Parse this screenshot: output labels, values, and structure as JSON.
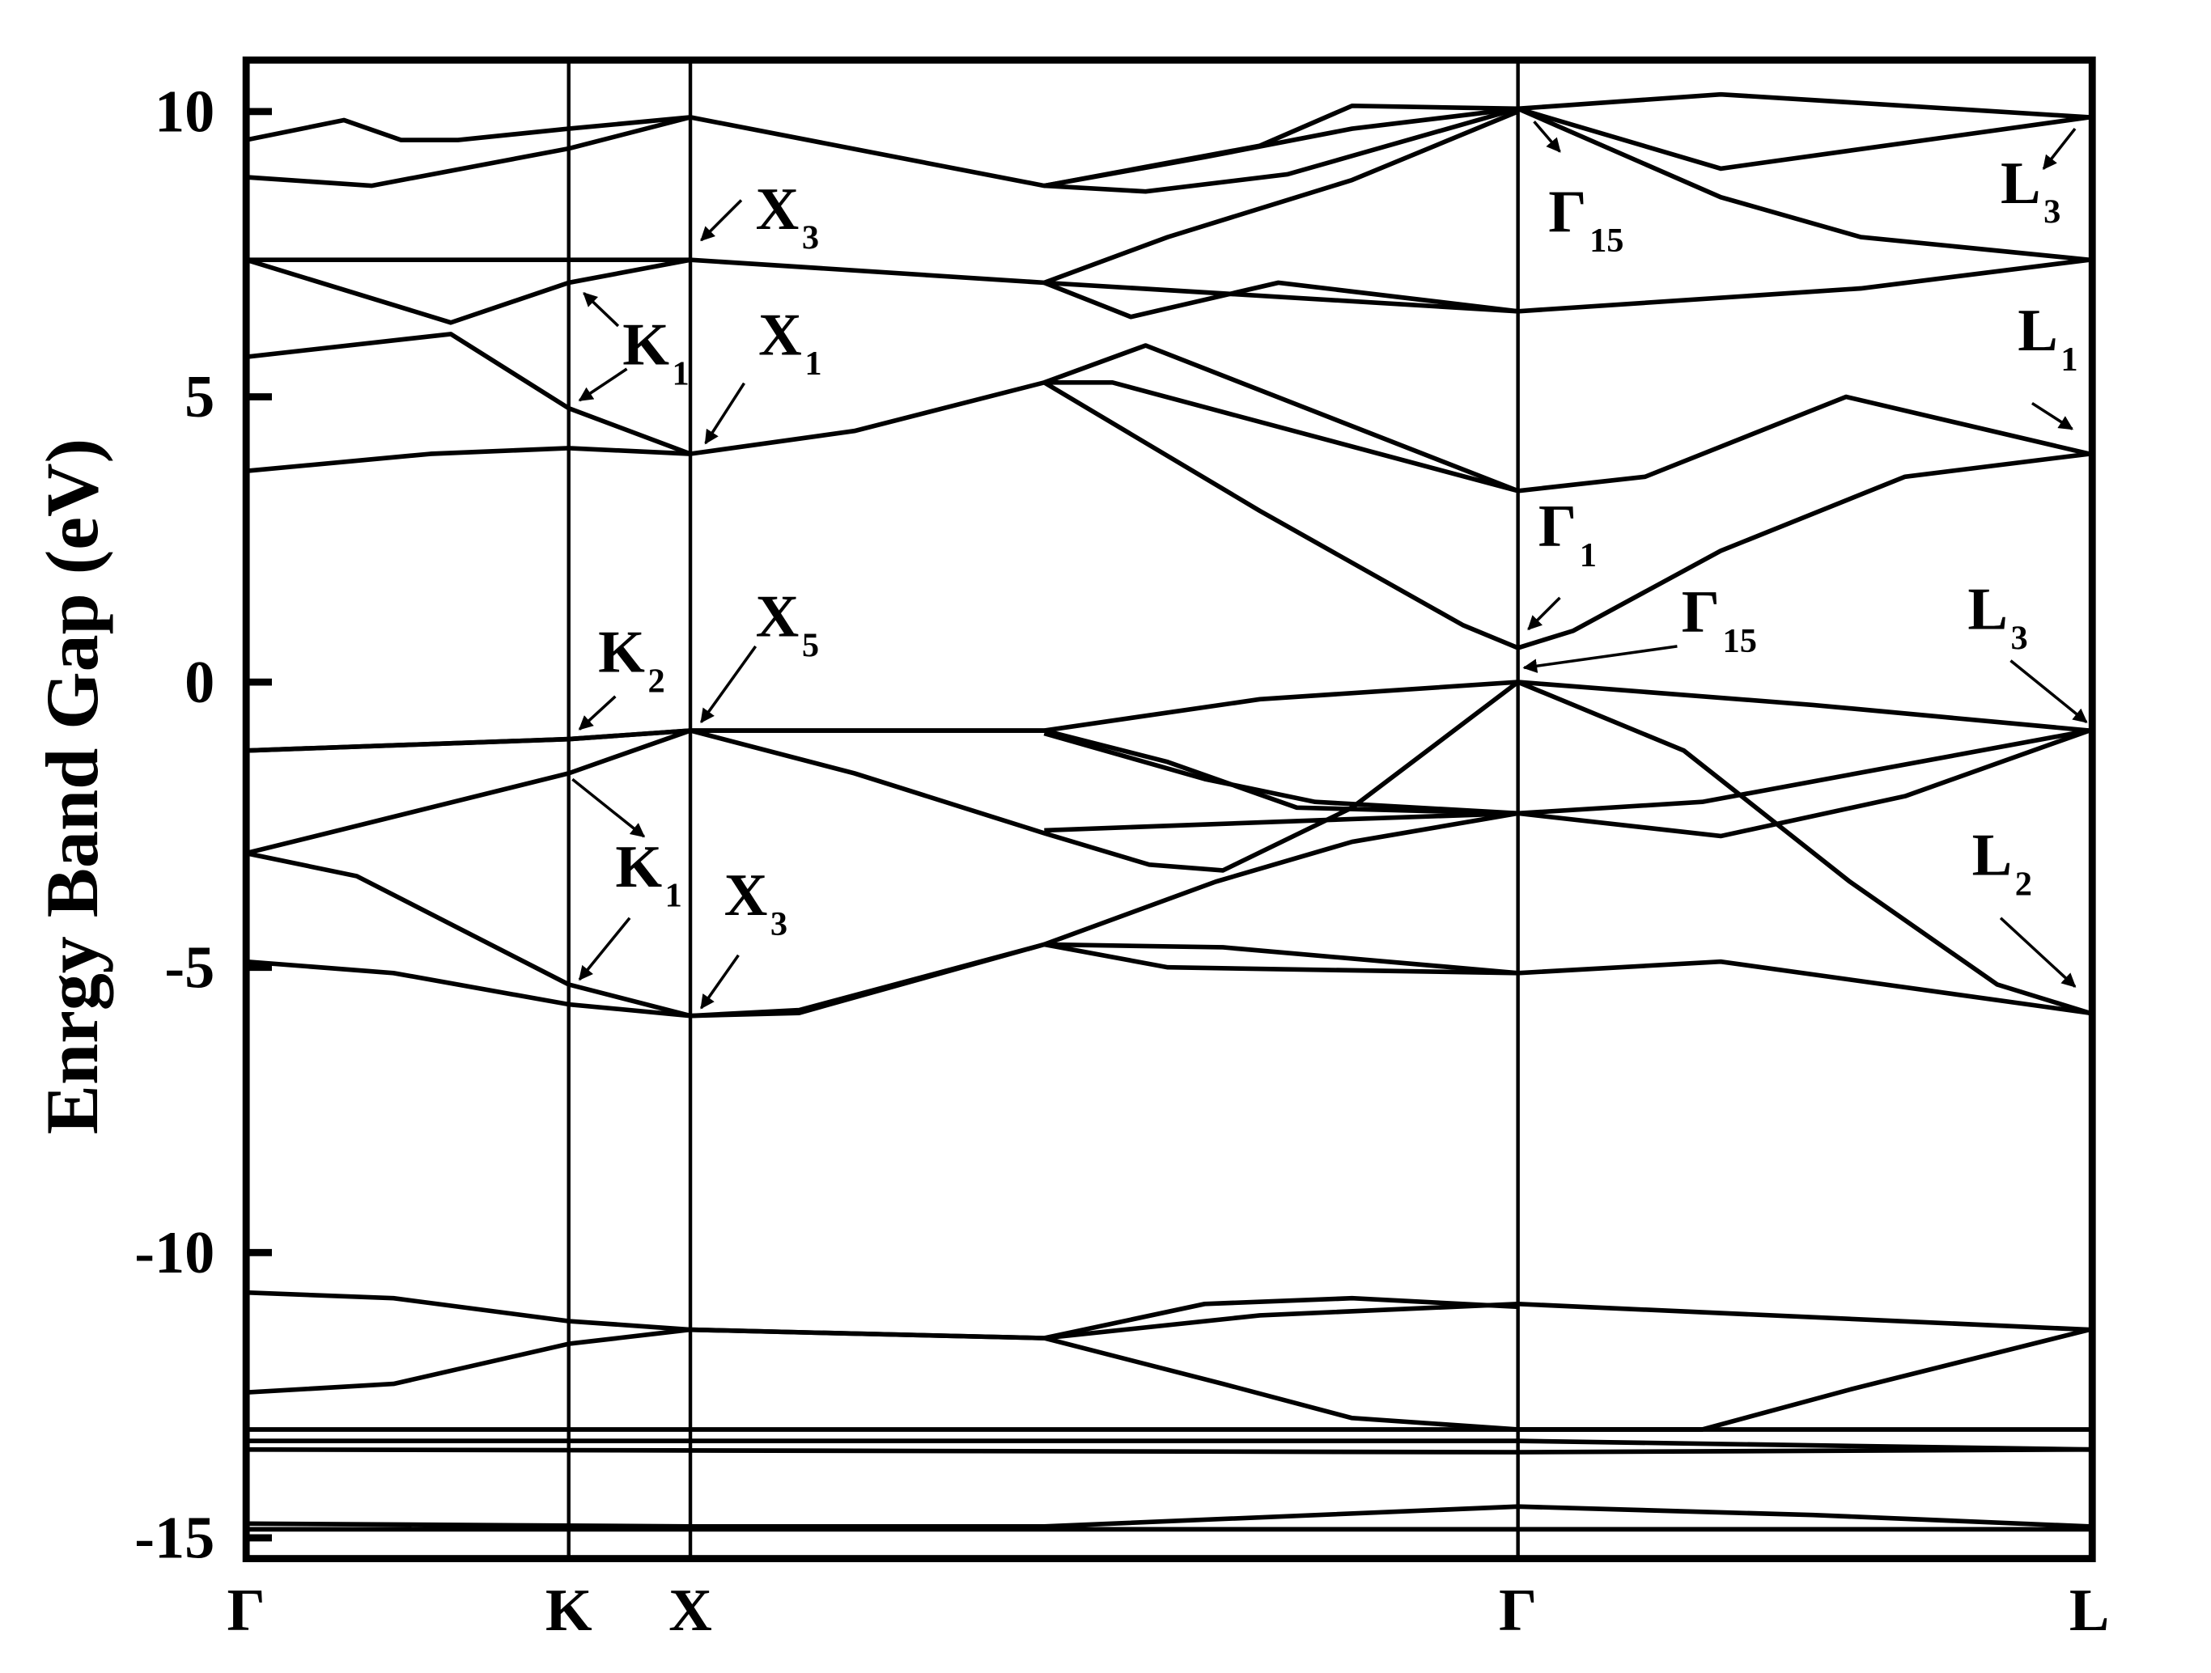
{
  "chart_data": {
    "type": "line",
    "title": "",
    "xlabel": "",
    "ylabel": "Enrgy Band Gap (eV)",
    "ylim": [
      -15.5,
      11
    ],
    "xlim": [
      0,
      1
    ],
    "grid": false,
    "y_ticks": [
      10,
      5,
      0,
      -5,
      -10,
      -15
    ],
    "y_tick_labels": [
      "10",
      "5",
      "0",
      "-5",
      "-10",
      "-15"
    ],
    "high_symmetry_points": [
      {
        "label": "Γ",
        "k": 0
      },
      {
        "label": "K",
        "k": 0.175
      },
      {
        "label": "X",
        "k": 0.241
      },
      {
        "label": "Γ",
        "k": 0.69
      },
      {
        "label": "L",
        "k": 1.0
      }
    ],
    "series": [
      {
        "name": "band-1",
        "points": [
          [
            0,
            -14.75
          ],
          [
            0.241,
            -14.8
          ],
          [
            0.433,
            -14.8
          ],
          [
            0.69,
            -14.45
          ],
          [
            0.85,
            -14.6
          ],
          [
            1,
            -14.8
          ]
        ]
      },
      {
        "name": "band-2",
        "points": [
          [
            0,
            -14.85
          ],
          [
            1,
            -14.85
          ]
        ]
      },
      {
        "name": "band-3",
        "points": [
          [
            0,
            -13.1
          ],
          [
            1,
            -13.1
          ]
        ]
      },
      {
        "name": "band-4",
        "points": [
          [
            0,
            -13.3
          ],
          [
            0.69,
            -13.3
          ],
          [
            1,
            -13.45
          ]
        ]
      },
      {
        "name": "band-5",
        "points": [
          [
            0,
            -13.45
          ],
          [
            0.69,
            -13.5
          ],
          [
            1,
            -13.45
          ]
        ]
      },
      {
        "name": "band-6",
        "points": [
          [
            0,
            -10.7
          ],
          [
            0.08,
            -10.8
          ],
          [
            0.175,
            -11.2
          ],
          [
            0.241,
            -11.35
          ],
          [
            0.433,
            -11.5
          ],
          [
            0.55,
            -11.1
          ],
          [
            0.69,
            -10.9
          ],
          [
            1,
            -11.35
          ]
        ]
      },
      {
        "name": "band-7",
        "points": [
          [
            0,
            -12.45
          ],
          [
            0.08,
            -12.3
          ],
          [
            0.175,
            -11.6
          ],
          [
            0.241,
            -11.35
          ],
          [
            0.433,
            -11.5
          ],
          [
            0.52,
            -10.9
          ],
          [
            0.6,
            -10.8
          ],
          [
            0.69,
            -10.95
          ]
        ]
      },
      {
        "name": "band-8",
        "points": [
          [
            0.433,
            -11.5
          ],
          [
            0.53,
            -12.3
          ],
          [
            0.6,
            -12.9
          ],
          [
            0.69,
            -13.1
          ],
          [
            0.79,
            -13.1
          ],
          [
            0.87,
            -12.4
          ],
          [
            1,
            -11.35
          ]
        ]
      },
      {
        "name": "band-9",
        "points": [
          [
            0,
            -1.2
          ],
          [
            0.175,
            -1.0
          ],
          [
            0.241,
            -0.85
          ],
          [
            0.433,
            -0.85
          ],
          [
            0.55,
            -0.3
          ],
          [
            0.69,
            0
          ],
          [
            0.85,
            -0.4
          ],
          [
            1,
            -0.85
          ]
        ]
      },
      {
        "name": "band-10",
        "points": [
          [
            0,
            -1.2
          ],
          [
            0.175,
            -1.0
          ],
          [
            0.241,
            -0.85
          ],
          [
            0.433,
            -0.85
          ],
          [
            0.5,
            -1.4
          ],
          [
            0.57,
            -2.2
          ],
          [
            0.69,
            -2.3
          ],
          [
            0.79,
            -2.1
          ],
          [
            1,
            -0.85
          ]
        ]
      },
      {
        "name": "band-11",
        "points": [
          [
            0,
            -3.0
          ],
          [
            0.1,
            -2.2
          ],
          [
            0.175,
            -1.6
          ],
          [
            0.241,
            -0.85
          ],
          [
            0.33,
            -1.6
          ],
          [
            0.433,
            -2.65
          ],
          [
            0.49,
            -3.2
          ],
          [
            0.53,
            -3.3
          ],
          [
            0.6,
            -2.2
          ],
          [
            0.69,
            0
          ]
        ]
      },
      {
        "name": "band-12",
        "points": [
          [
            0.433,
            -0.9
          ],
          [
            0.52,
            -1.7
          ],
          [
            0.58,
            -2.1
          ],
          [
            0.69,
            -2.3
          ],
          [
            0.8,
            -2.7
          ],
          [
            0.9,
            -2.0
          ],
          [
            1,
            -0.85
          ]
        ]
      },
      {
        "name": "band-13",
        "points": [
          [
            0,
            -3.0
          ],
          [
            0.06,
            -3.4
          ],
          [
            0.175,
            -5.3
          ],
          [
            0.241,
            -5.85
          ],
          [
            0.3,
            -5.8
          ],
          [
            0.433,
            -4.6
          ],
          [
            0.526,
            -3.5
          ],
          [
            0.6,
            -2.8
          ],
          [
            0.69,
            -2.3
          ]
        ]
      },
      {
        "name": "band-14",
        "points": [
          [
            0,
            -4.9
          ],
          [
            0.08,
            -5.1
          ],
          [
            0.175,
            -5.65
          ],
          [
            0.241,
            -5.85
          ],
          [
            0.3,
            -5.75
          ],
          [
            0.433,
            -4.6
          ],
          [
            0.5,
            -5.0
          ],
          [
            0.69,
            -5.1
          ],
          [
            0.8,
            -4.9
          ],
          [
            1,
            -5.8
          ]
        ]
      },
      {
        "name": "band-15",
        "points": [
          [
            0.433,
            -4.6
          ],
          [
            0.53,
            -4.65
          ],
          [
            0.69,
            -5.1
          ]
        ]
      },
      {
        "name": "band-16",
        "points": [
          [
            0.433,
            -2.6
          ],
          [
            0.6,
            -2.4
          ],
          [
            0.69,
            -2.3
          ]
        ]
      },
      {
        "name": "band-17",
        "points": [
          [
            0.69,
            0
          ],
          [
            0.78,
            -1.2
          ],
          [
            0.87,
            -3.5
          ],
          [
            0.95,
            -5.3
          ],
          [
            1,
            -5.8
          ]
        ]
      },
      {
        "name": "band-18",
        "points": [
          [
            0,
            3.7
          ],
          [
            0.1,
            4.0
          ],
          [
            0.175,
            4.1
          ],
          [
            0.241,
            4.0
          ],
          [
            0.33,
            4.4
          ],
          [
            0.433,
            5.25
          ],
          [
            0.55,
            3.0
          ],
          [
            0.66,
            1.0
          ],
          [
            0.69,
            0.6
          ],
          [
            0.72,
            0.9
          ],
          [
            0.8,
            2.3
          ],
          [
            0.9,
            3.6
          ],
          [
            1,
            4.0
          ]
        ]
      },
      {
        "name": "band-19",
        "points": [
          [
            0,
            5.7
          ],
          [
            0.111,
            6.1
          ],
          [
            0.175,
            4.8
          ],
          [
            0.241,
            4.0
          ]
        ]
      },
      {
        "name": "band-20",
        "points": [
          [
            0,
            7.4
          ],
          [
            0.111,
            6.3
          ],
          [
            0.175,
            7.0
          ],
          [
            0.241,
            7.4
          ]
        ]
      },
      {
        "name": "band-21",
        "points": [
          [
            0,
            7.4
          ],
          [
            0.241,
            7.4
          ],
          [
            0.433,
            7.0
          ],
          [
            0.69,
            6.5
          ],
          [
            0.876,
            6.9
          ],
          [
            1,
            7.4
          ]
        ]
      },
      {
        "name": "band-22",
        "points": [
          [
            0.433,
            7.0
          ],
          [
            0.48,
            6.4
          ],
          [
            0.56,
            7.0
          ],
          [
            0.69,
            6.5
          ]
        ]
      },
      {
        "name": "band-23",
        "points": [
          [
            0.433,
            5.25
          ],
          [
            0.488,
            5.9
          ],
          [
            0.69,
            3.35
          ],
          [
            0.759,
            3.6
          ],
          [
            0.868,
            5.0
          ],
          [
            1,
            4.0
          ]
        ]
      },
      {
        "name": "band-24",
        "points": [
          [
            0.433,
            5.25
          ],
          [
            0.47,
            5.25
          ],
          [
            0.69,
            3.35
          ]
        ]
      },
      {
        "name": "band-25",
        "points": [
          [
            0.433,
            7.0
          ],
          [
            0.5,
            7.8
          ],
          [
            0.6,
            8.8
          ],
          [
            0.69,
            10.0
          ]
        ]
      },
      {
        "name": "band-26",
        "points": [
          [
            0,
            9.5
          ],
          [
            0.053,
            9.85
          ],
          [
            0.084,
            9.5
          ],
          [
            0.115,
            9.5
          ],
          [
            0.175,
            9.7
          ],
          [
            0.241,
            9.9
          ],
          [
            0.433,
            8.7
          ],
          [
            0.55,
            9.4
          ],
          [
            0.6,
            10.1
          ],
          [
            0.69,
            10.05
          ],
          [
            0.8,
            10.3
          ],
          [
            1,
            9.9
          ]
        ]
      },
      {
        "name": "band-27",
        "points": [
          [
            0,
            8.85
          ],
          [
            0.068,
            8.7
          ],
          [
            0.175,
            9.35
          ],
          [
            0.241,
            9.9
          ]
        ]
      },
      {
        "name": "band-28",
        "points": [
          [
            0.433,
            8.7
          ],
          [
            0.488,
            8.6
          ],
          [
            0.565,
            8.9
          ],
          [
            0.69,
            10.05
          ]
        ]
      },
      {
        "name": "band-29",
        "points": [
          [
            0.69,
            10.05
          ],
          [
            0.8,
            9.0
          ],
          [
            1,
            9.9
          ]
        ]
      },
      {
        "name": "band-30",
        "points": [
          [
            0.69,
            10.05
          ],
          [
            0.8,
            8.5
          ],
          [
            0.876,
            7.8
          ],
          [
            1,
            7.4
          ]
        ]
      },
      {
        "name": "band-31",
        "points": [
          [
            0.433,
            8.7
          ],
          [
            0.52,
            9.2
          ],
          [
            0.6,
            9.7
          ],
          [
            0.69,
            10.05
          ]
        ]
      }
    ],
    "annotations": [
      {
        "label": "X",
        "sub": "3"
      },
      {
        "label": "K",
        "sub": "1"
      },
      {
        "label": "X",
        "sub": "1"
      },
      {
        "label": "K",
        "sub": "2"
      },
      {
        "label": "X",
        "sub": "5"
      },
      {
        "label": "K",
        "sub": "1"
      },
      {
        "label": "X",
        "sub": "3"
      },
      {
        "label": "Γ",
        "sub": "15"
      },
      {
        "label": "Γ",
        "sub": "1"
      },
      {
        "label": "Γ",
        "sub": "15"
      },
      {
        "label": "L",
        "sub": "3"
      },
      {
        "label": "L",
        "sub": "1"
      },
      {
        "label": "L",
        "sub": "3"
      },
      {
        "label": "L",
        "sub": "2"
      }
    ]
  }
}
